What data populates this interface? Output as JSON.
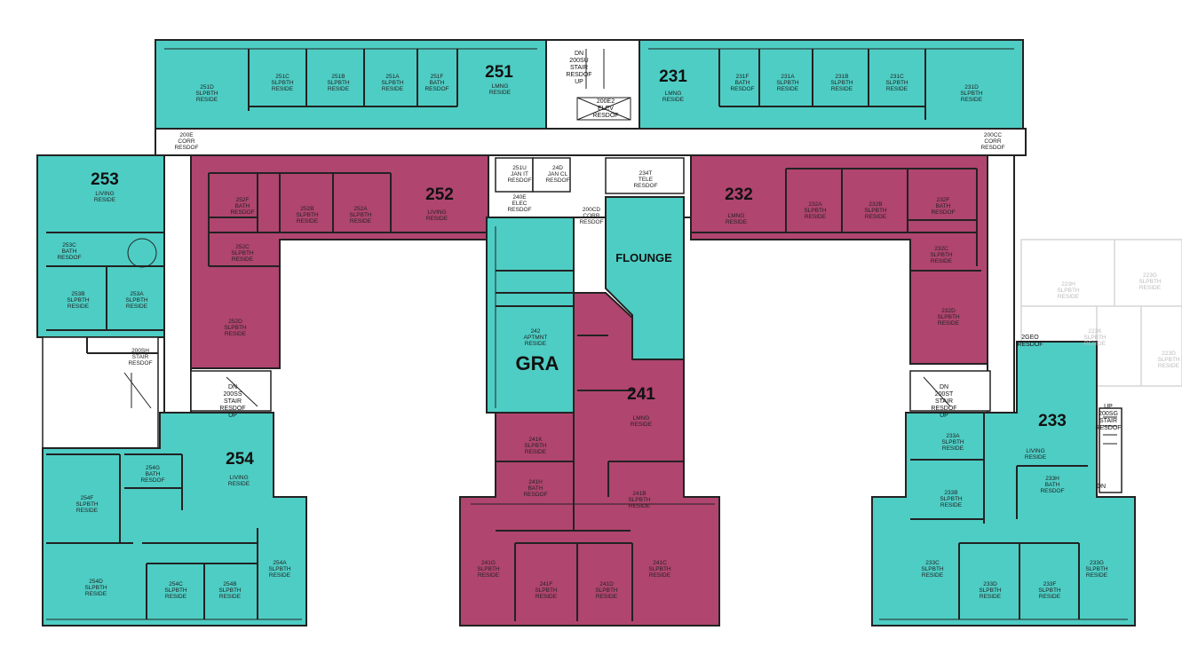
{
  "colors": {
    "teal": "#4ecdc4",
    "maroon": "#b0456f",
    "wall": "#222222",
    "corridor": "#ffffff",
    "ghost": "#d8d8d8"
  },
  "units": [
    {
      "id": "u251",
      "label": "251"
    },
    {
      "id": "u231",
      "label": "231"
    },
    {
      "id": "u253",
      "label": "253"
    },
    {
      "id": "u252",
      "label": "252"
    },
    {
      "id": "u232",
      "label": "232"
    },
    {
      "id": "u254",
      "label": "254"
    },
    {
      "id": "u241",
      "label": "241"
    },
    {
      "id": "u233",
      "label": "233"
    },
    {
      "id": "gra",
      "label": "GRA"
    },
    {
      "id": "flounge",
      "label": "FLOUNGE"
    }
  ],
  "rooms": [
    {
      "l1": "251D",
      "l2": "SLPBTH",
      "l3": "RESIDE"
    },
    {
      "l1": "251C",
      "l2": "SLPBTH",
      "l3": "RESIDE"
    },
    {
      "l1": "251B",
      "l2": "SLPBTH",
      "l3": "RESIDE"
    },
    {
      "l1": "251A",
      "l2": "SLPBTH",
      "l3": "RESIDE"
    },
    {
      "l1": "251F",
      "l2": "BATH",
      "l3": "RESDOF"
    },
    {
      "l1": "LMNG",
      "l2": "RESIDE",
      "l3": ""
    },
    {
      "l1": "LMNG",
      "l2": "RESIDE",
      "l3": ""
    },
    {
      "l1": "231F",
      "l2": "BATH",
      "l3": "RESDOF"
    },
    {
      "l1": "231A",
      "l2": "SLPBTH",
      "l3": "RESIDE"
    },
    {
      "l1": "231B",
      "l2": "SLPBTH",
      "l3": "RESIDE"
    },
    {
      "l1": "231C",
      "l2": "SLPBTH",
      "l3": "RESIDE"
    },
    {
      "l1": "231D",
      "l2": "SLPBTH",
      "l3": "RESIDE"
    },
    {
      "l1": "200E",
      "l2": "CORR",
      "l3": "RESDOF"
    },
    {
      "l1": "200CC",
      "l2": "CORR",
      "l3": "RESDOF"
    },
    {
      "l1": "LIVING",
      "l2": "RESIDE",
      "l3": ""
    },
    {
      "l1": "253C",
      "l2": "BATH",
      "l3": "RESDOF"
    },
    {
      "l1": "253B",
      "l2": "SLPBTH",
      "l3": "RESIDE"
    },
    {
      "l1": "253A",
      "l2": "SLPBTH",
      "l3": "RESIDE"
    },
    {
      "l1": "252F",
      "l2": "BATH",
      "l3": "RESDOF"
    },
    {
      "l1": "252B",
      "l2": "SLPBTH",
      "l3": "RESIDE"
    },
    {
      "l1": "252A",
      "l2": "SLPBTH",
      "l3": "RESIDE"
    },
    {
      "l1": "LIVING",
      "l2": "RESIDE",
      "l3": ""
    },
    {
      "l1": "252C",
      "l2": "SLPBTH",
      "l3": "RESIDE"
    },
    {
      "l1": "252D",
      "l2": "SLPBTH",
      "l3": "RESIDE"
    },
    {
      "l1": "251U",
      "l2": "JAN  IT",
      "l3": "RESDOF"
    },
    {
      "l1": "240E",
      "l2": "ELEC",
      "l3": "RESDOF"
    },
    {
      "l1": "24D",
      "l2": "JAN  CL",
      "l3": "RESDOF"
    },
    {
      "l1": "200CD",
      "l2": "CORR",
      "l3": "RESDOF"
    },
    {
      "l1": "234T",
      "l2": "TELE",
      "l3": "RESDOF"
    },
    {
      "l1": "LMNG",
      "l2": "RESIDE",
      "l3": ""
    },
    {
      "l1": "232A",
      "l2": "SLPBTH",
      "l3": "RESIDE"
    },
    {
      "l1": "232B",
      "l2": "SLPBTH",
      "l3": "RESIDE"
    },
    {
      "l1": "232F",
      "l2": "BATH",
      "l3": "RESDOF"
    },
    {
      "l1": "232C",
      "l2": "SLPBTH",
      "l3": "RESIDE"
    },
    {
      "l1": "232D",
      "l2": "SLPBTH",
      "l3": "RESIDE"
    },
    {
      "l1": "242",
      "l2": "APTMNT",
      "l3": "RESIDE"
    },
    {
      "l1": "200SH",
      "l2": "STAIR",
      "l3": "RESDOF"
    },
    {
      "l1": "LMNG",
      "l2": "RESIDE",
      "l3": ""
    },
    {
      "l1": "241K",
      "l2": "SLPBTH",
      "l3": "RESIDE"
    },
    {
      "l1": "241H",
      "l2": "BATH",
      "l3": "RESDOF"
    },
    {
      "l1": "241B",
      "l2": "SLPBTH",
      "l3": "RESIDE"
    },
    {
      "l1": "241G",
      "l2": "SLPBTH",
      "l3": "RESIDE"
    },
    {
      "l1": "241F",
      "l2": "SLPBTH",
      "l3": "RESIDE"
    },
    {
      "l1": "241D",
      "l2": "SLPBTH",
      "l3": "RESIDE"
    },
    {
      "l1": "241C",
      "l2": "SLPBTH",
      "l3": "RESIDE"
    },
    {
      "l1": "254G",
      "l2": "BATH",
      "l3": "RESDOF"
    },
    {
      "l1": "LIVING",
      "l2": "RESIDE",
      "l3": ""
    },
    {
      "l1": "254F",
      "l2": "SLPBTH",
      "l3": "RESIDE"
    },
    {
      "l1": "254D",
      "l2": "SLPBTH",
      "l3": "RESIDE"
    },
    {
      "l1": "254C",
      "l2": "SLPBTH",
      "l3": "RESIDE"
    },
    {
      "l1": "254B",
      "l2": "SLPBTH",
      "l3": "RESIDE"
    },
    {
      "l1": "254A",
      "l2": "SLPBTH",
      "l3": "RESIDE"
    },
    {
      "l1": "233A",
      "l2": "SLPBTH",
      "l3": "RESIDE"
    },
    {
      "l1": "LIVING",
      "l2": "RESIDE",
      "l3": ""
    },
    {
      "l1": "233B",
      "l2": "SLPBTH",
      "l3": "RESIDE"
    },
    {
      "l1": "233H",
      "l2": "BATH",
      "l3": "RESDOF"
    },
    {
      "l1": "233C",
      "l2": "SLPBTH",
      "l3": "RESIDE"
    },
    {
      "l1": "233D",
      "l2": "SLPBTH",
      "l3": "RESIDE"
    },
    {
      "l1": "233F",
      "l2": "SLPBTH",
      "l3": "RESIDE"
    },
    {
      "l1": "233G",
      "l2": "SLPBTH",
      "l3": "RESIDE"
    },
    {
      "l1": "223H",
      "l2": "SLPBTH",
      "l3": "RESIDE"
    },
    {
      "l1": "223G",
      "l2": "SLPBTH",
      "l3": "RESIDE"
    },
    {
      "l1": "223K",
      "l2": "SLPBTH",
      "l3": "RESIDE"
    },
    {
      "l1": "223D",
      "l2": "SLPBTH",
      "l3": "RESIDE"
    }
  ],
  "stairs": [
    {
      "l1": "DN",
      "l2": "200SU",
      "l3": "STAIR",
      "l4": "RESDOF",
      "l5": "UP"
    },
    {
      "l1": "200E2",
      "l2": "ELEV",
      "l3": "RESDOF"
    },
    {
      "l1": "DN",
      "l2": "200SS",
      "l3": "STAIR",
      "l4": "RESDOF",
      "l5": "UP"
    },
    {
      "l1": "DN",
      "l2": "200ST",
      "l3": "STAIR",
      "l4": "RESDOF",
      "l5": "UP"
    },
    {
      "l1": "UP",
      "l2": "200SG",
      "l3": "STAIR",
      "l4": "RESDOF",
      "l5": ""
    },
    {
      "l1": "DN",
      "l2": "",
      "l3": "",
      "l4": "",
      "l5": ""
    },
    {
      "l1": "2GEO",
      "l2": "RESDOF",
      "l3": "",
      "l4": "",
      "l5": ""
    }
  ]
}
